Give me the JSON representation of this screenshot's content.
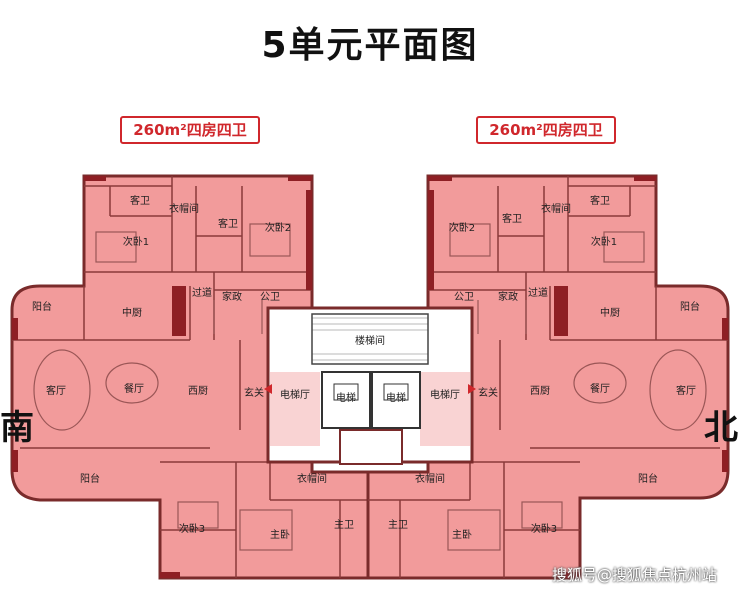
{
  "title": "5单元平面图",
  "left_unit": {
    "badge": "260m²四房四卫"
  },
  "right_unit": {
    "badge": "260m²四房四卫"
  },
  "direction_south": "南",
  "direction_north": "北",
  "watermark": "搜狐号@搜狐焦点杭州站",
  "core": {
    "stair": "楼梯间",
    "elevator_hall": "电梯厅",
    "elevator": "电梯"
  },
  "rooms": {
    "guest_bath": "客卫",
    "closet": "衣帽间",
    "second_bedroom_1": "次卧1",
    "second_bedroom_2": "次卧2",
    "second_bedroom_3": "次卧3",
    "public_bath": "公卫",
    "housekeeping": "家政",
    "corridor": "过道",
    "balcony": "阳台",
    "chinese_kitchen": "中厨",
    "western_kitchen": "西厨",
    "living_room": "客厅",
    "dining_room": "餐厅",
    "foyer": "玄关",
    "master_bedroom": "主卧",
    "master_bath": "主卫"
  },
  "colors": {
    "room_fill": "#f29b9b",
    "wall": "#7a2b2b",
    "accent": "#d0272c",
    "core_fill": "#ffffff"
  }
}
